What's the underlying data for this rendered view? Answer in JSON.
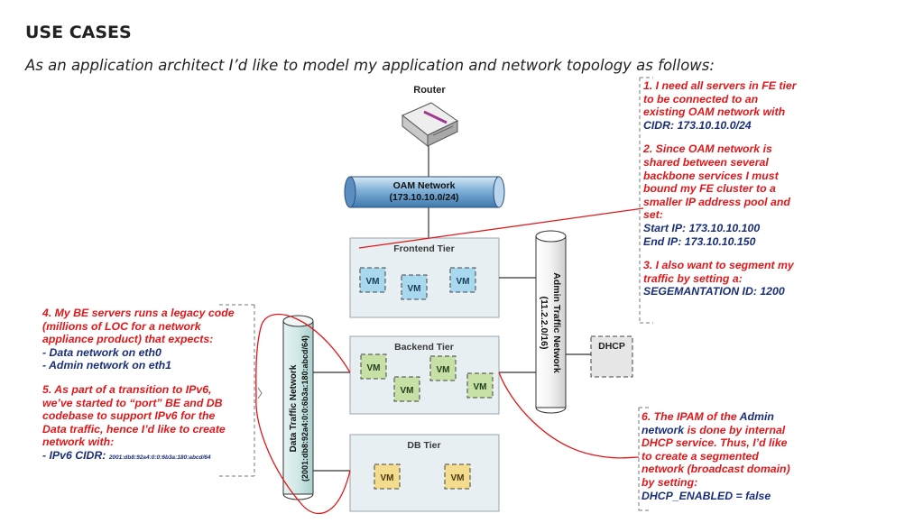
{
  "heading": "USE CASES",
  "intro": "As an application architect I’d like to model my application and network topology as follows:",
  "diagram": {
    "router_label": "Router",
    "oam_network": {
      "name": "OAM Network",
      "cidr": "(173.10.10.0/24)"
    },
    "admin_network": {
      "name": "Admin Traffic Network",
      "cidr": "(11.2.2.0/16)"
    },
    "data_network": {
      "name": "Data Traffic Network",
      "cidr": "(2001:db8:92a4:0:0:6b3a:180:abcd/64)"
    },
    "tiers": [
      {
        "name": "Frontend Tier",
        "vm_label": "VM"
      },
      {
        "name": "Backend Tier",
        "vm_label": "VM"
      },
      {
        "name": "DB Tier",
        "vm_label": "VM"
      }
    ],
    "dhcp_label": "DHCP",
    "colors": {
      "frontend_vm": "#a8d8ee",
      "backend_vm": "#c6e0a6",
      "db_vm": "#f4dc8e",
      "tier_fill": "#e8eff2",
      "annotation": "#e0181b"
    }
  },
  "notes": {
    "right_top": {
      "n1_line1": "1. I need all servers in FE tier",
      "n1_line2": "to be connected to an",
      "n1_line3": "existing OAM network with",
      "n1_line4": "CIDR: 173.10.10.0/24",
      "n2_line1": "2. Since OAM network is",
      "n2_line2": "shared between several",
      "n2_line3": "backbone services I must",
      "n2_line4": "bound my FE cluster to a",
      "n2_line5": "smaller IP address pool and",
      "n2_line6": "set:",
      "n2_line7": "Start IP: 173.10.10.100",
      "n2_line8": "End IP: 173.10.10.150",
      "n3_line1": "3. I also want to segment my",
      "n3_line2": "traffic by setting a:",
      "n3_line3": "SEGEMANTATION ID: 1200"
    },
    "left": {
      "n4_line1": "4. My BE servers runs a legacy code",
      "n4_line2": "(millions of LOC for a network",
      "n4_line3": "appliance product) that expects:",
      "n4_line4": "- Data network on eth0",
      "n4_line5": "- Admin network on eth1",
      "n5_line1": "5. As part of a transition to IPv6,",
      "n5_line2": "we’ve started to “port” BE and DB",
      "n5_line3": "codebase to support IPv6 for the",
      "n5_line4": "Data traffic, hence I’d like to create",
      "n5_line5": "network with:",
      "n5_line6a": "- IPv6 CIDR:",
      "n5_line6b": "2001:db8:92a4:0:0:6b3a:180:abcd/64"
    },
    "right_bottom": {
      "n6_line1a": "6. The IPAM of the",
      "n6_line1b": "Admin",
      "n6_line2a": "network",
      "n6_line2b": "is done by internal",
      "n6_line3": "DHCP service. Thus, I’d like",
      "n6_line4": "to create a segmented",
      "n6_line5": "network (broadcast domain)",
      "n6_line6": "by setting:",
      "n6_line7": "DHCP_ENABLED = false"
    }
  }
}
